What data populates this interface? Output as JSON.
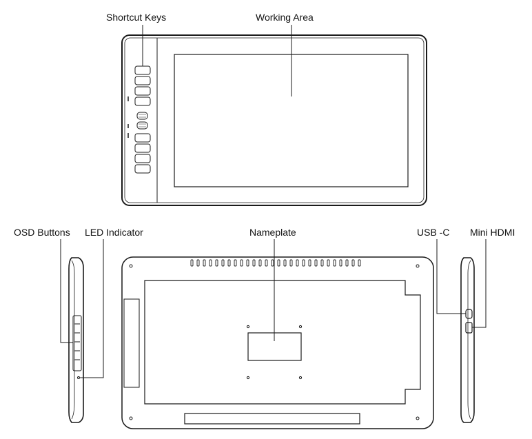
{
  "labels": {
    "shortcut_keys": "Shortcut Keys",
    "working_area": "Working Area",
    "osd_buttons": "OSD Buttons",
    "led_indicator": "LED Indicator",
    "nameplate": "Nameplate",
    "usb_c": "USB -C",
    "mini_hdmi": "Mini HDMI"
  },
  "colors": {
    "line": "#1a1a1a",
    "background": "#ffffff"
  }
}
